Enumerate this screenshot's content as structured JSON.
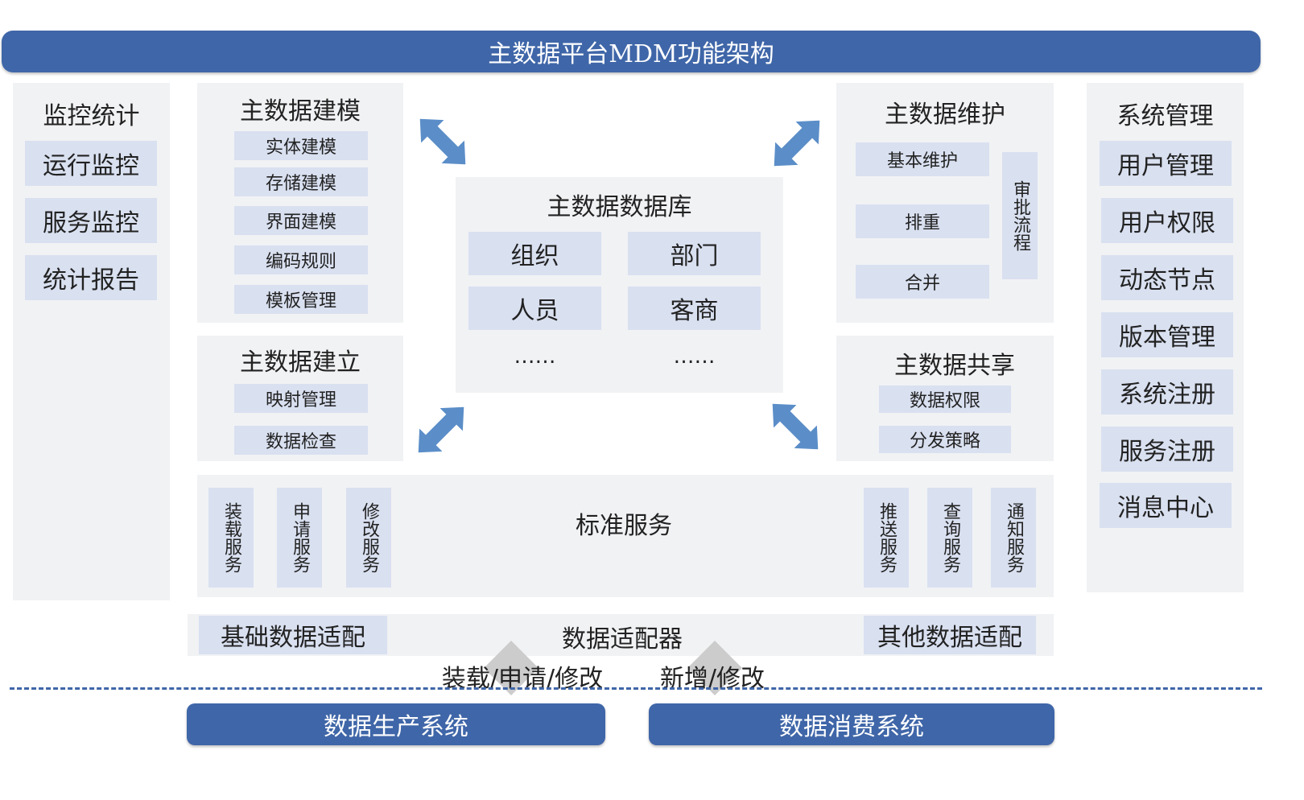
{
  "title": "主数据平台MDM功能架构",
  "monitor": {
    "title": "监控统计",
    "items": [
      "运行监控",
      "服务监控",
      "统计报告"
    ]
  },
  "modeling": {
    "title": "主数据建模",
    "items": [
      "实体建模",
      "存储建模",
      "界面建模",
      "编码规则",
      "模板管理"
    ]
  },
  "establish": {
    "title": "主数据建立",
    "items": [
      "映射管理",
      "数据检查"
    ]
  },
  "database": {
    "title": "主数据数据库",
    "items": [
      "组织",
      "部门",
      "人员",
      "客商",
      "……",
      "……"
    ]
  },
  "maintenance": {
    "title": "主数据维护",
    "items": [
      "基本维护",
      "排重",
      "合并"
    ],
    "approval": "审批流程"
  },
  "sharing": {
    "title": "主数据共享",
    "items": [
      "数据权限",
      "分发策略"
    ]
  },
  "system": {
    "title": "系统管理",
    "items": [
      "用户管理",
      "用户权限",
      "动态节点",
      "版本管理",
      "系统注册",
      "服务注册",
      "消息中心"
    ]
  },
  "services": {
    "title": "标准服务",
    "left": [
      "装载服务",
      "申请服务",
      "修改服务"
    ],
    "right": [
      "推送服务",
      "查询服务",
      "通知服务"
    ]
  },
  "adapter": {
    "title": "数据适配器",
    "left": "基础数据适配",
    "right": "其他数据适配"
  },
  "flows": {
    "left": "装载/申请/修改",
    "right": "新增/修改"
  },
  "systems": {
    "producer": "数据生产系统",
    "consumer": "数据消费系统"
  },
  "colors": {
    "accent": "#3f66a8",
    "panel": "#f1f2f4",
    "chip": "#d9e0f0",
    "arrow": "#5b8ec8"
  }
}
